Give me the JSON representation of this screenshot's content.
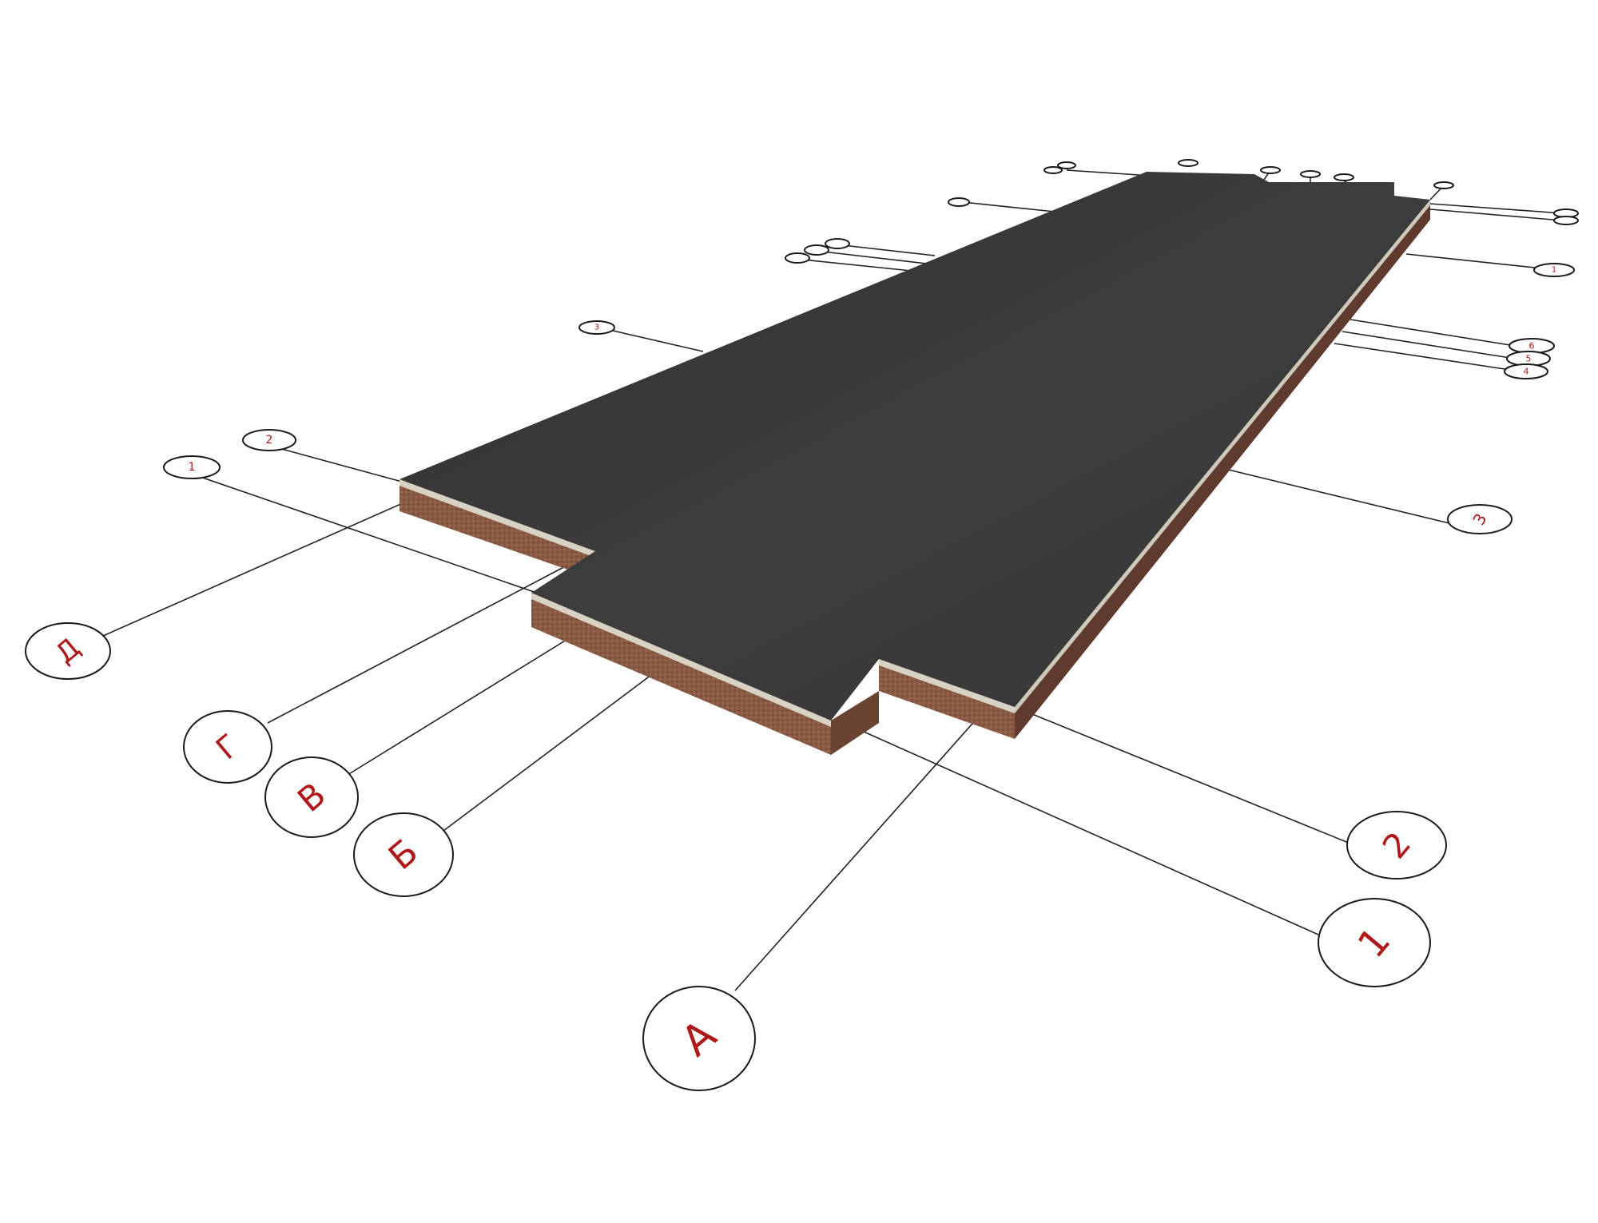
{
  "colors": {
    "slab_top": "#3c3c3c",
    "screed": "#d8d2c4",
    "insulation": "#8a5a44",
    "insulation_dark": "#6a4232",
    "label_red": "#b01818",
    "line": "#222222"
  },
  "grid_axes": {
    "letters": [
      "А",
      "Б",
      "В",
      "Г",
      "Д"
    ],
    "numbers": [
      "1",
      "2",
      "3"
    ]
  },
  "far_axis_labels": [
    "1",
    "2",
    "3",
    "4",
    "5",
    "6"
  ]
}
